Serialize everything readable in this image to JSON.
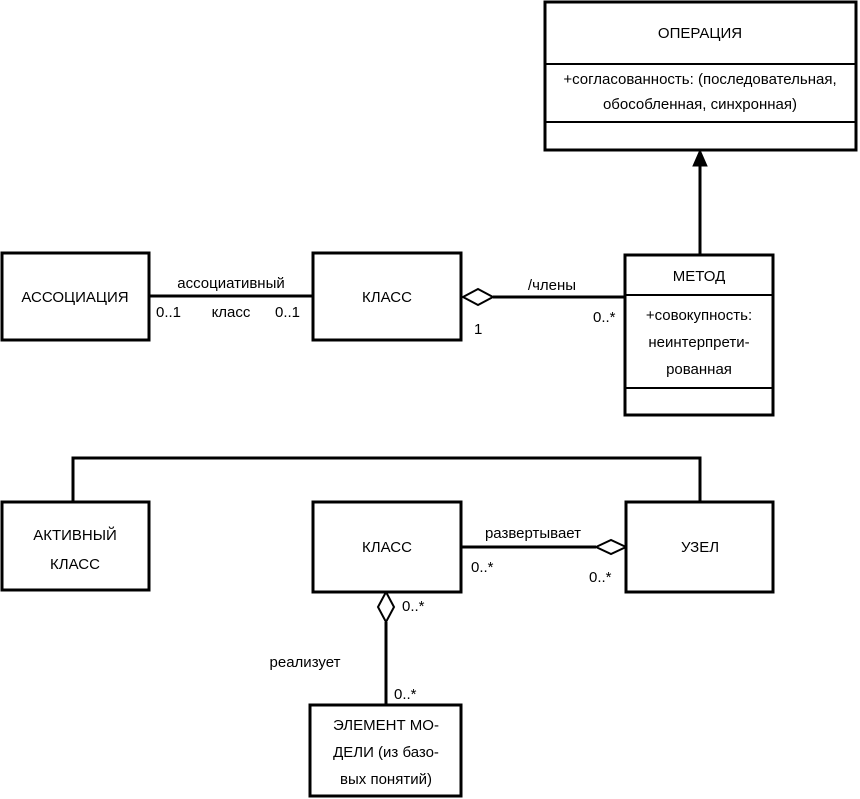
{
  "operation": {
    "name": "ОПЕРАЦИЯ",
    "attr_line1": "+согласованность: (последовательная,",
    "attr_line2": "обособленная, синхронная)"
  },
  "association": {
    "name": "АССОЦИАЦИЯ"
  },
  "class_top": {
    "name": "КЛАСС"
  },
  "method": {
    "name": "МЕТОД",
    "attr_line1": "+совокупность:",
    "attr_line2": "неинтерпрети-",
    "attr_line3": "рованная"
  },
  "active_class": {
    "line1": "АКТИВНЫЙ",
    "line2": "КЛАСС"
  },
  "class_bottom": {
    "name": "КЛАСС"
  },
  "node": {
    "name": "УЗЕЛ"
  },
  "model_element": {
    "line1": "ЭЛЕМЕНТ МО-",
    "line2": "ДЕЛИ (из базо-",
    "line3": "вых понятий)"
  },
  "assoc_class_link": {
    "label_line1": "ассоциативный",
    "label_line2": "класс",
    "mult_left": "0..1",
    "mult_right": "0..1"
  },
  "members_link": {
    "label": "/члены",
    "mult_class": "1",
    "mult_method": "0..*"
  },
  "deploys_link": {
    "label": "развертывает",
    "mult_class": "0..*",
    "mult_node": "0..*"
  },
  "realizes_link": {
    "label": "реализует",
    "mult_class": "0..*",
    "mult_element": "0..*"
  }
}
